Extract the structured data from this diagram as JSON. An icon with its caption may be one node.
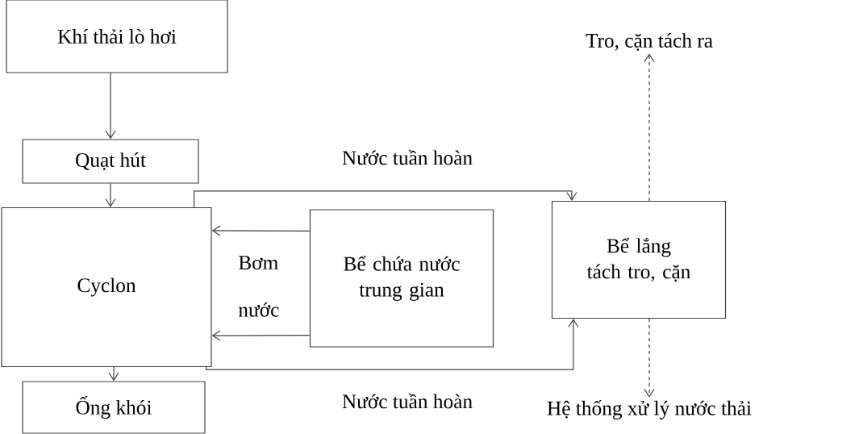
{
  "diagram": {
    "nodes": [
      {
        "text": [
          "Khí thải lò hơi"
        ]
      },
      {
        "text": [
          "Quạt hút"
        ]
      },
      {
        "text": [
          "Cyclon"
        ]
      },
      {
        "text": [
          "Ống khói"
        ]
      },
      {
        "text": [
          "Bể chứa nước trung gian"
        ]
      },
      {
        "text": [
          "Bể lắng tách tro, cặn"
        ]
      },
      {
        "text": [
          "Tro, cặn tách ra"
        ]
      },
      {
        "text": [
          "Hệ thống xử lý nước thải"
        ]
      }
    ],
    "edges": [
      {
        "from": 0,
        "to": 1,
        "arrow": "to"
      },
      {
        "from": 1,
        "to": 2,
        "arrow": "to"
      },
      {
        "from": 2,
        "to": 3,
        "arrow": "to"
      },
      {
        "from": 2,
        "to": 5,
        "arrow": "to",
        "label": "Nước tuần hoàn"
      },
      {
        "from": 4,
        "to": 2,
        "arrow": "to"
      },
      {
        "from": 4,
        "to": 2,
        "arrow": "to"
      },
      {
        "from": 2,
        "to": 5,
        "arrow": "to",
        "label": "Nước tuần hoàn"
      },
      {
        "from": 5,
        "to": 6,
        "arrow": "to",
        "style": "dashed"
      },
      {
        "from": 5,
        "to": 7,
        "arrow": "to",
        "style": "dashed"
      }
    ],
    "labels": [
      "Bơm nước"
    ]
  }
}
